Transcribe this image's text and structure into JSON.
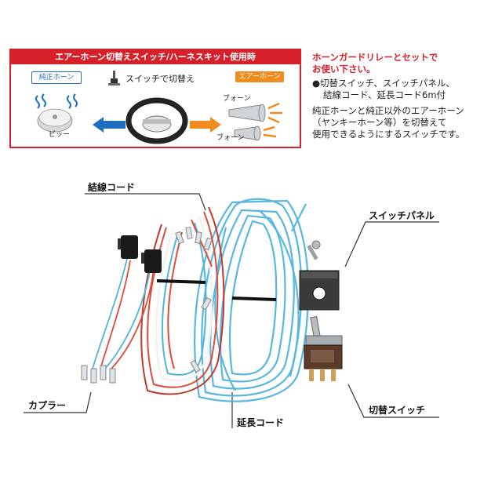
{
  "diagram": {
    "header": "エアーホーン切替えスイッチ/ハーネスキット使用時",
    "genuine_horn_label": "純正ホーン",
    "air_horn_label": "エアーホーン",
    "switch_caption": "スイッチで切替え",
    "beep_sound": "ビッー",
    "air_sound_1": "ブォーン",
    "air_sound_2": "ブォーン"
  },
  "description": {
    "line1": "ホーンガードリレーとセットで",
    "line2": "お使い下さい。",
    "line3": "●切替スイッチ、スイッチパネル、",
    "line4": "結線コード、延長コード6m付",
    "line5": "純正ホーンと純正以外のエアーホーン",
    "line6": "（ヤンキーホーン等）を切替えて",
    "line7": "使用できるようにするスイッチです。"
  },
  "callouts": {
    "wiring_cord": "結線コード",
    "switch_panel": "スイッチパネル",
    "coupler": "カプラー",
    "extension_cord": "延長コード",
    "toggle_switch": "切替スイッチ"
  },
  "colors": {
    "accent_red": "#d8202a",
    "accent_blue": "#1f6fc0",
    "accent_orange": "#f08c1e",
    "wire_cyan": "#4fb4dd"
  }
}
